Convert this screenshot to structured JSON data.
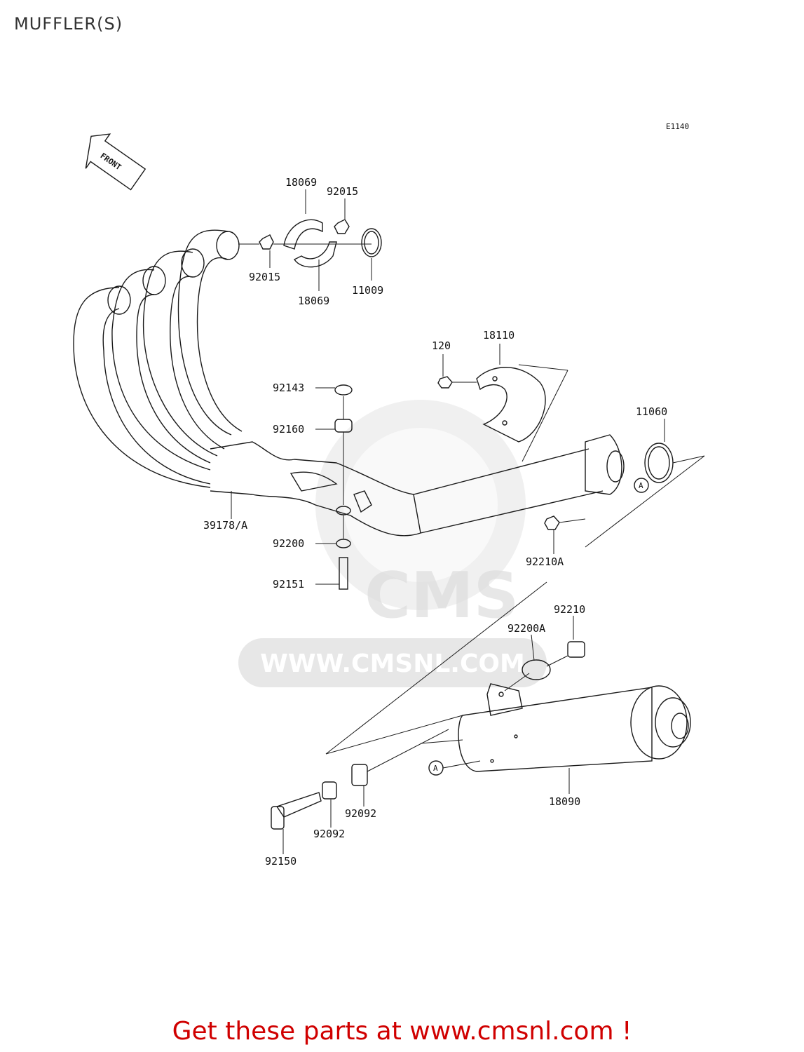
{
  "title": "MUFFLER(S)",
  "diagram_code": "E1140",
  "front_label": "FRONT",
  "watermark": {
    "logo_text": "CMS",
    "url": "WWW.CMSNL.COM"
  },
  "ref_marker": "A",
  "parts": {
    "p18069_top": "18069",
    "p92015_top": "92015",
    "p92015_bottom": "92015",
    "p18069_bottom": "18069",
    "p11009": "11009",
    "p120": "120",
    "p18110": "18110",
    "p92143": "92143",
    "p92160": "92160",
    "p11060": "11060",
    "p39178": "39178/A",
    "p92200": "92200",
    "p92210A": "92210A",
    "p92151": "92151",
    "p92210": "92210",
    "p92200A": "92200A",
    "p18090": "18090",
    "p92092_right": "92092",
    "p92092_left": "92092",
    "p92150": "92150"
  },
  "footer_text": "Get these parts at www.cmsnl.com !",
  "colors": {
    "footer": "#d00000",
    "line": "#1a1a1a",
    "watermark": "#dddddd"
  }
}
